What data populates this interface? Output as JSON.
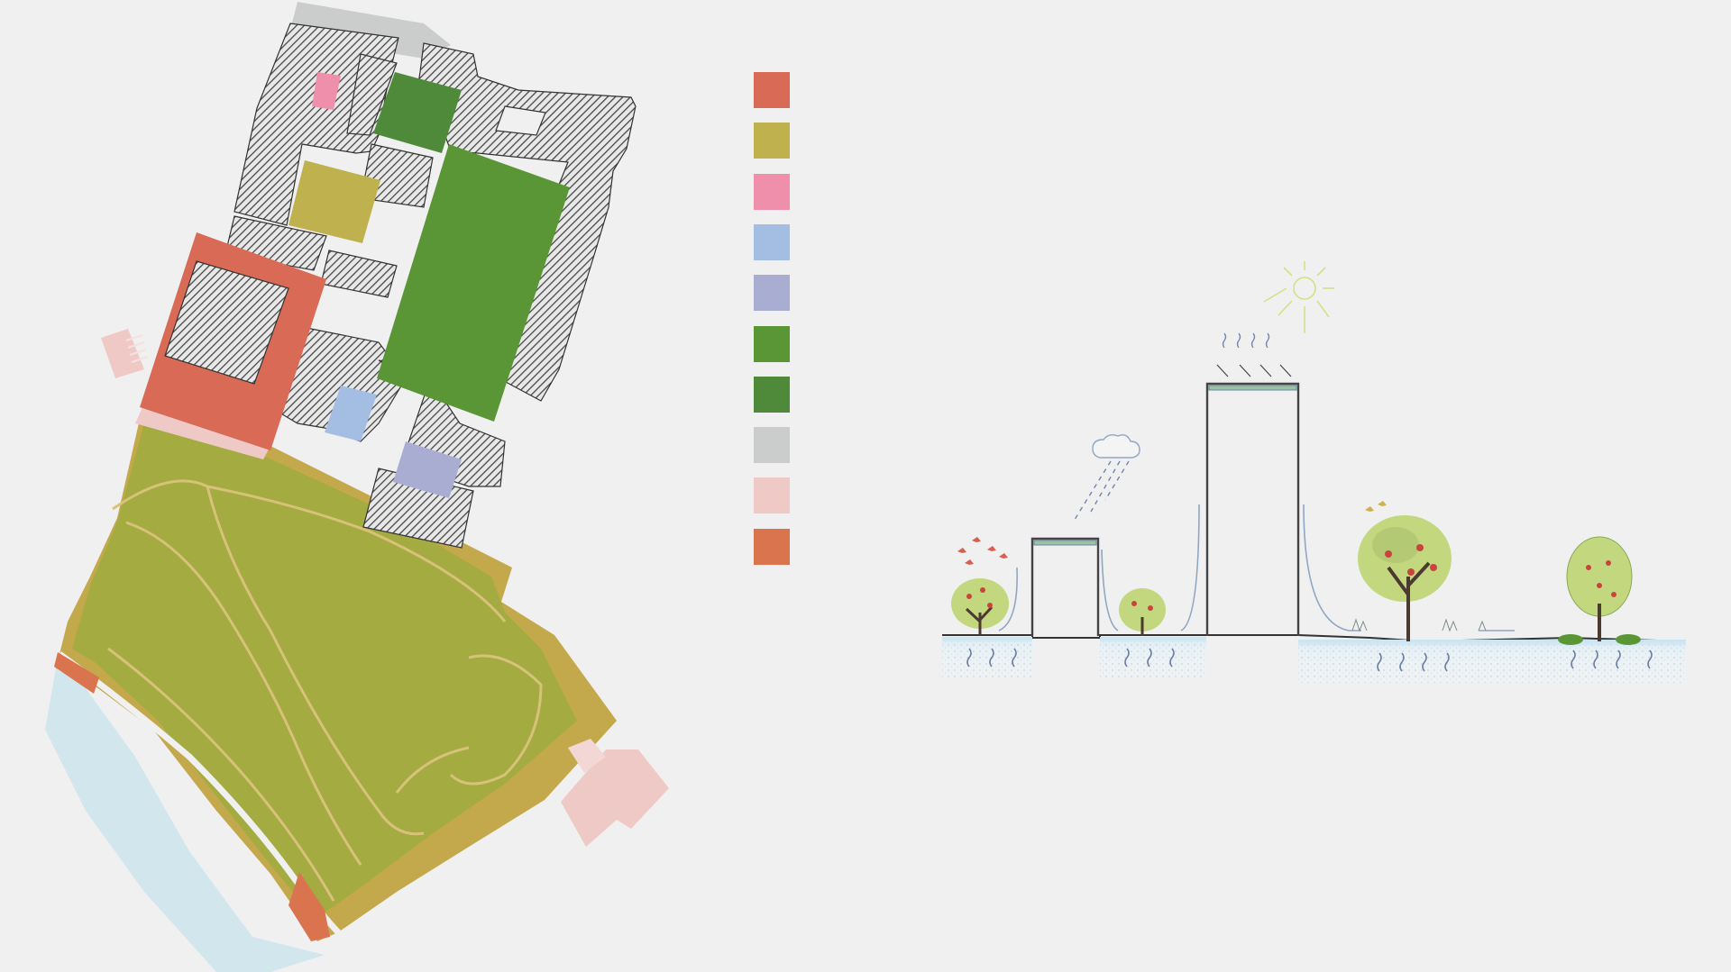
{
  "legend": {
    "swatches": [
      {
        "key": "red-zone",
        "color": "#d96a55"
      },
      {
        "key": "ochre-zone",
        "color": "#bfb24e"
      },
      {
        "key": "pink-zone",
        "color": "#f08fab"
      },
      {
        "key": "light-blue-zone",
        "color": "#a4bde2"
      },
      {
        "key": "lavender-zone",
        "color": "#a9add2"
      },
      {
        "key": "bright-green-zone",
        "color": "#5a9636"
      },
      {
        "key": "dark-green-zone",
        "color": "#4f8a3a"
      },
      {
        "key": "grey-zone",
        "color": "#cbcdcc"
      },
      {
        "key": "blush-zone",
        "color": "#eec9c6"
      },
      {
        "key": "orange-red-zone",
        "color": "#d9744f"
      }
    ]
  },
  "colors": {
    "background": "#f0f0f0",
    "park_green": "#a3ab41",
    "ochre_border": "#c3a94c",
    "water": "#d2e6ee",
    "hatch": "#474747",
    "sun": "#d7df86",
    "tree_leaf": "#c3d77f",
    "tree_dark": "#a9c06a",
    "trunk": "#4a3a30",
    "fruit": "#c9443f",
    "soil_blue": "#d9ecf6"
  },
  "icons": [
    "sun-icon",
    "cloud-rain-icon",
    "heat-waves-icon",
    "bird-icon",
    "tree-icon"
  ]
}
